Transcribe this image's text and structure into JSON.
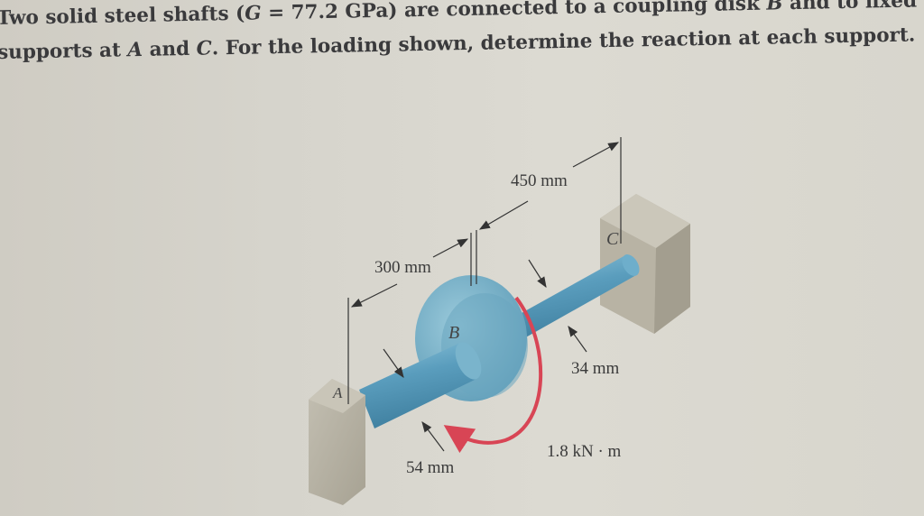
{
  "problem": {
    "line1_parts": [
      "Two solid steel shafts (",
      "G",
      " = 77.2 GPa) are connected to a coupling disk ",
      "B",
      " and to fixed"
    ],
    "line2_parts": [
      "supports at ",
      "A",
      " and ",
      "C",
      ". For the loading shown, determine the reaction at each support."
    ]
  },
  "figure": {
    "dimensions": {
      "length_AB": "300 mm",
      "length_BC": "450 mm",
      "diameter_AB": "54 mm",
      "diameter_BC": "34 mm"
    },
    "torque": "1.8 kN · m",
    "points": {
      "A": "A",
      "B": "B",
      "C": "C"
    },
    "colors": {
      "shaft": "#5d9fbe",
      "disk": "#7fb6cc",
      "support": "#b3ae9e",
      "torque_arrow": "#d84555",
      "text": "#3a3a3c"
    }
  }
}
